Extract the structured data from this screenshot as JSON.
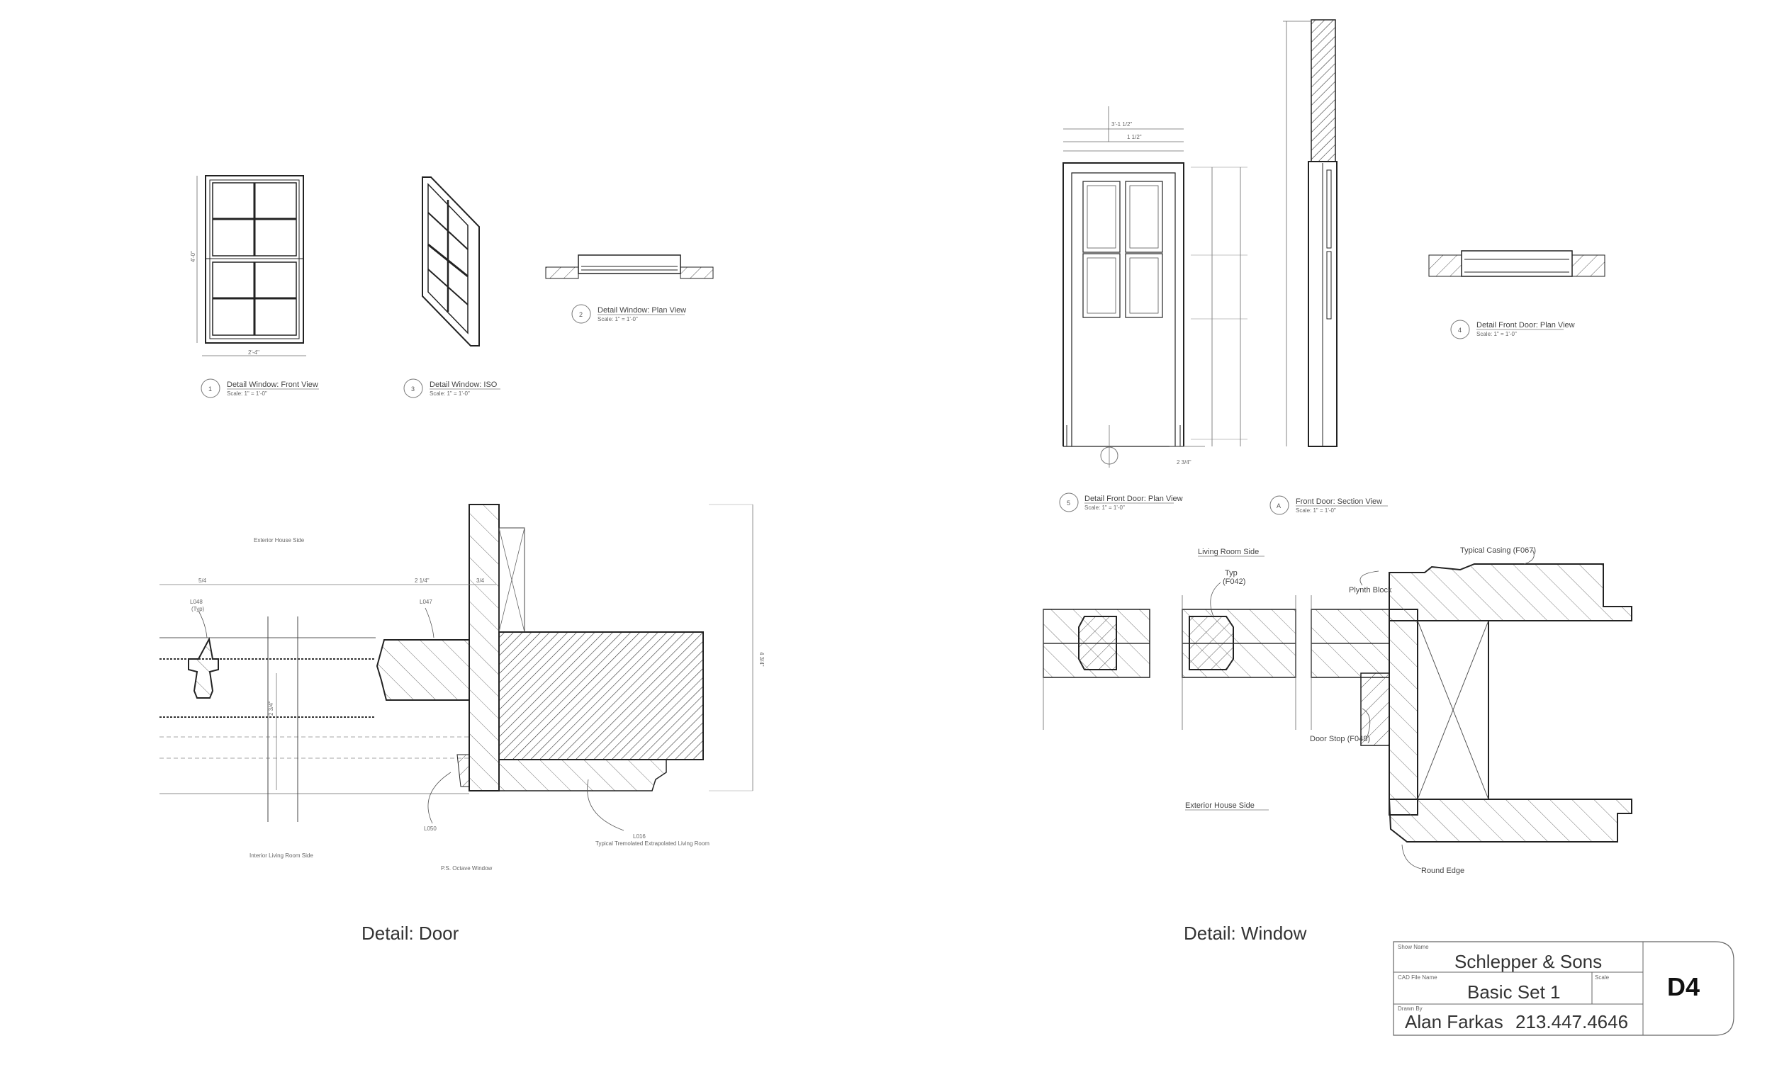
{
  "captions": {
    "detail_door": "Detail: Door",
    "detail_window": "Detail: Window"
  },
  "window_views": {
    "front": {
      "num": "1",
      "title": "Detail Window: Front View",
      "scale": "Scale: 1\" = 1'-0\"",
      "dim_w": "2'-4\"",
      "dim_h": "4'-0\""
    },
    "plan": {
      "num": "2",
      "title": "Detail Window: Plan View",
      "scale": "Scale: 1\" = 1'-0\""
    },
    "iso": {
      "num": "3",
      "title": "Detail Window: ISO",
      "scale": "Scale: 1\" = 1'-0\""
    }
  },
  "door_views": {
    "front_plan": {
      "num": "5",
      "title": "Detail Front Door: Plan View",
      "scale": "Scale: 1\" = 1'-0\""
    },
    "section": {
      "num": "A",
      "title": "Front Door: Section View",
      "scale": "Scale: 1\" = 1'-0\""
    },
    "plan_view": {
      "num": "4",
      "title": "Detail Front Door: Plan View",
      "scale": "Scale: 1\" = 1'-0\""
    },
    "dims": {
      "overall": "3'-1 1/2\"",
      "mid": "1 1/2\"",
      "bottom": "2 3/4\""
    }
  },
  "door_detail_labels": {
    "exterior": "Exterior House Side",
    "interior": "Interior Living Room Side",
    "fixed": "P.S. Octave Window",
    "l048": "L048",
    "l048_typ": "(Typ)",
    "l047": "L047",
    "l050": "L050",
    "l016": "L016",
    "l016_desc": "Typical Tremolated Extrapolated Living Room",
    "dim_a": "5/4",
    "dim_b": "2 1/4\"",
    "dim_c": "3/4",
    "dim_d": "4 3/4\"",
    "dim_e": "2 3/4\""
  },
  "window_detail_labels": {
    "living_room": "Living Room Side",
    "typ": "Typ",
    "f042": "(F042)",
    "plinth": "Plynth Block",
    "casing": "Typical Casing (F067)",
    "door_stop": "Door Stop (F048)",
    "exterior": "Exterior House Side",
    "round_edge": "Round Edge"
  },
  "title_block": {
    "show_name_label": "Show Name",
    "show_name": "Schlepper & Sons",
    "cad_label": "CAD File Name",
    "cad_file": "Basic Set 1",
    "scale_label": "Scale",
    "drawn_label": "Drawn By",
    "drawn_by": "Alan Farkas",
    "phone": "213.447.4646",
    "sheet": "D4"
  }
}
